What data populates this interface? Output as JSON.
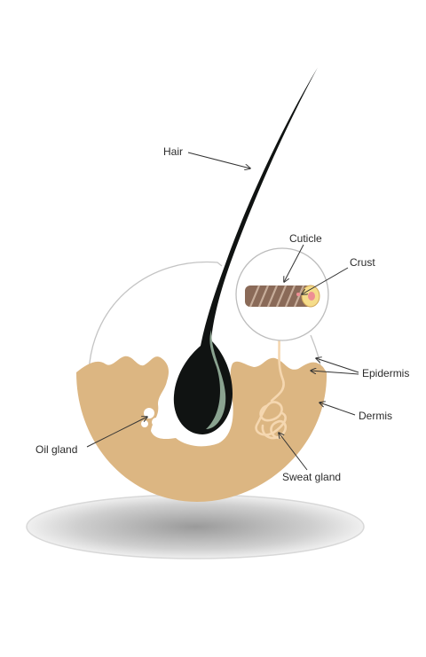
{
  "labels": {
    "hair": "Hair",
    "cuticle": "Cuticle",
    "crust": "Crust",
    "epidermis": "Epidermis",
    "dermis": "Dermis",
    "oil_gland": "Oil gland",
    "sweat_gland": "Sweat gland"
  },
  "colors": {
    "dermis": "#dcb682",
    "hair": "#101312",
    "hair_highlight": "#8aa390",
    "bulb_cavity": "#ffffff",
    "shadow_dark": "#9e9e9e",
    "shadow_light": "#f1f1f1",
    "cuticle_brown": "#8a6a58",
    "crust_yellow": "#f5dc8a",
    "crust_pink": "#ee8d94",
    "sweat_gland": "#f5d7b0",
    "outline": "#b9b9b9",
    "arrow": "#333333"
  },
  "icons": {
    "hair_strand": "hair-strand-icon",
    "hair_cross_section": "hair-cross-section-icon"
  }
}
